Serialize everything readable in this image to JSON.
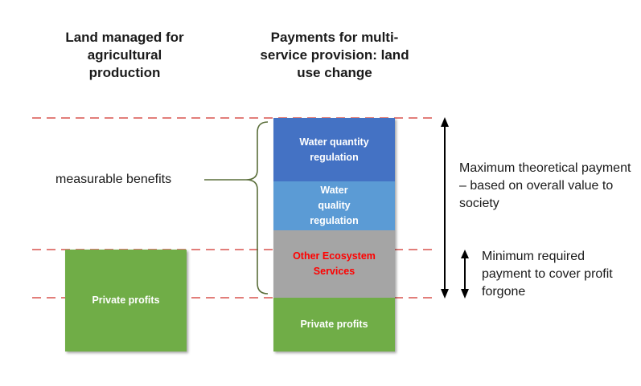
{
  "headings": {
    "left": "Land managed for agricultural production",
    "right": "Payments for multi-service provision: land use change"
  },
  "left_column": {
    "private_profits": "Private profits"
  },
  "right_column": {
    "water_quantity": "Water quantity regulation",
    "water_quality": "Water quality regulation",
    "other_services": "Other Ecosystem Services",
    "private_profits": "Private profits"
  },
  "annotations": {
    "measurable_benefits": "measurable benefits",
    "maximum_payment": "Maximum theoretical payment – based on overall value to society",
    "minimum_payment": "Minimum required payment to cover profit forgone"
  },
  "colors": {
    "water_quantity": "#4472c4",
    "water_quality": "#5b9bd5",
    "other_services": "#a5a5a5",
    "other_services_text": "#ff0000",
    "private_profits": "#70ad47",
    "dashed_line": "#d9534f",
    "bracket": "#5a6e3a"
  }
}
